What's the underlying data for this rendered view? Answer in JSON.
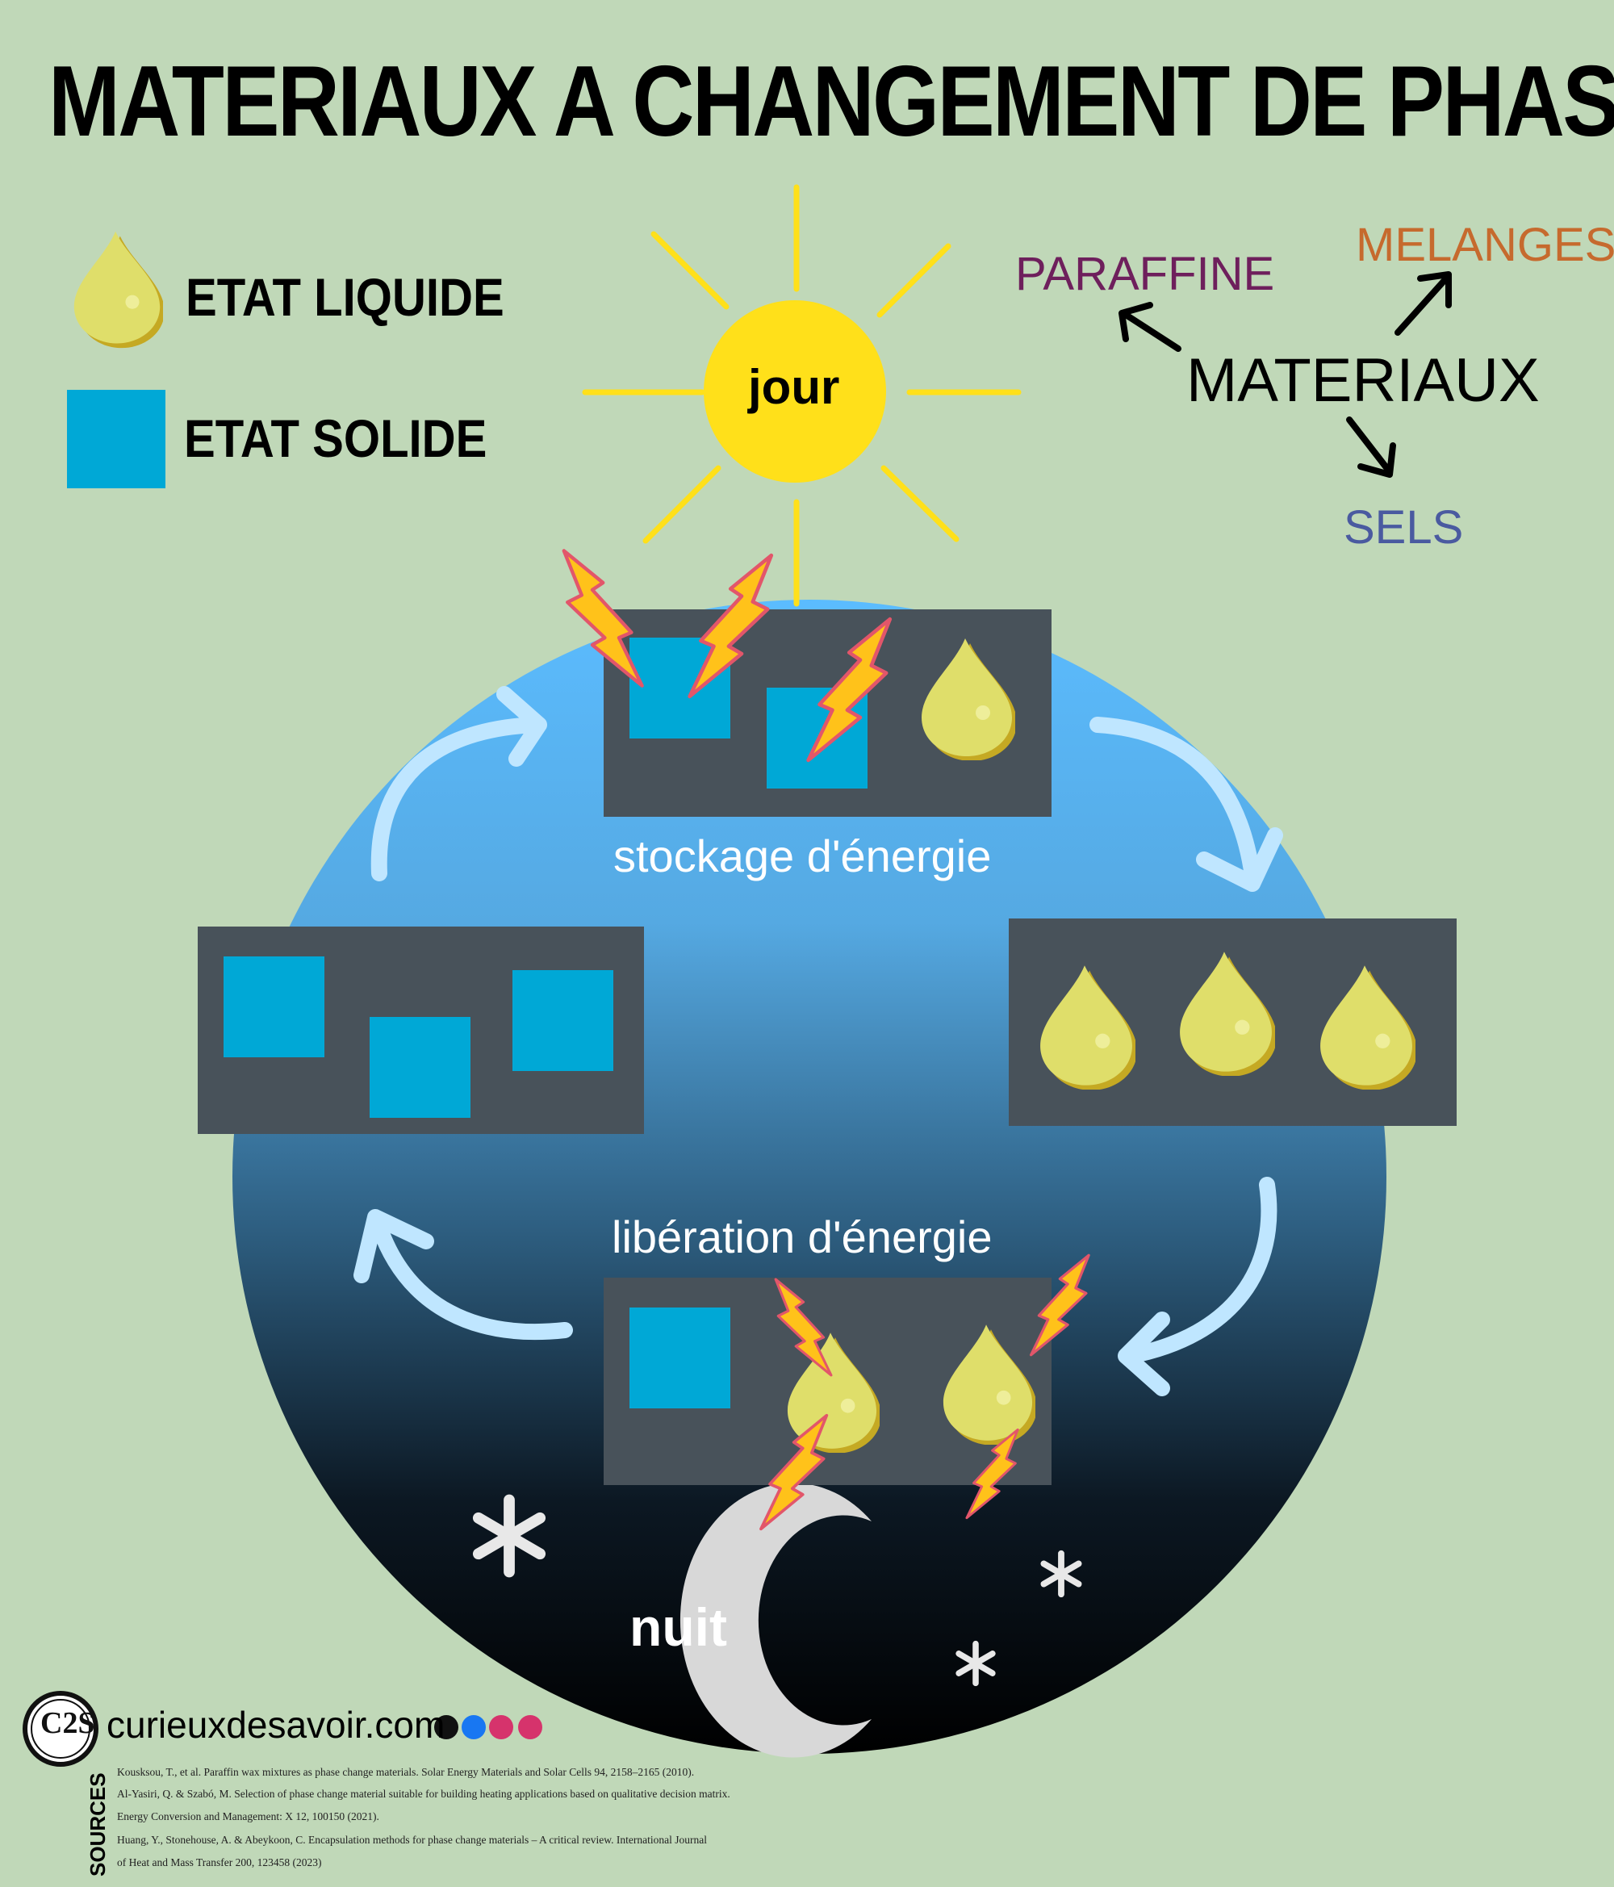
{
  "title": "MATERIAUX A CHANGEMENT DE PHASE",
  "legend": {
    "liquid": "ETAT LIQUIDE",
    "solid": "ETAT SOLIDE"
  },
  "materials": {
    "center": "MATERIAUX",
    "paraffin": "PARAFFINE",
    "mixtures": "MELANGES",
    "salts": "SELS"
  },
  "cycle": {
    "day": "jour",
    "night": "nuit",
    "storage": "stockage d'énergie",
    "release": "libération d'énergie"
  },
  "footer": {
    "website": "curieuxdesavoir.com",
    "logo_text": "C2S",
    "sources_label": "SOURCES",
    "references": [
      "Kousksou, T., et al. Paraffin wax mixtures as phase change materials. Solar Energy Materials and Solar Cells 94, 2158–2165 (2010).",
      "Al-Yasiri, Q. & Szabó, M. Selection of phase change material suitable for  building heating applications based on qualitative decision matrix.",
      "Energy Conversion and Management: X 12, 100150 (2021).",
      "Huang, Y., Stonehouse, A. & Abeykoon, C. Encapsulation methods for phase change materials – A critical review.  International Journal",
      "of Heat and Mass Transfer 200, 123458 (2023)"
    ],
    "social_icons": [
      "x-icon",
      "facebook-icon",
      "instagram-icon",
      "tip-icon"
    ]
  },
  "colors": {
    "background": "#c0d8b8",
    "sky_top": "#5bbcff",
    "sky_bottom": "#000000",
    "sun": "#ffe01a",
    "solid_block": "#00a8d6",
    "liquid_drop": "#dfde6a",
    "container": "#48525a",
    "paraffin": "#6e1f5c",
    "mixtures": "#c66a2e",
    "salts": "#4a5aa0",
    "lightning": "#ffc21a",
    "cycle_arrow": "#bfe6ff"
  }
}
